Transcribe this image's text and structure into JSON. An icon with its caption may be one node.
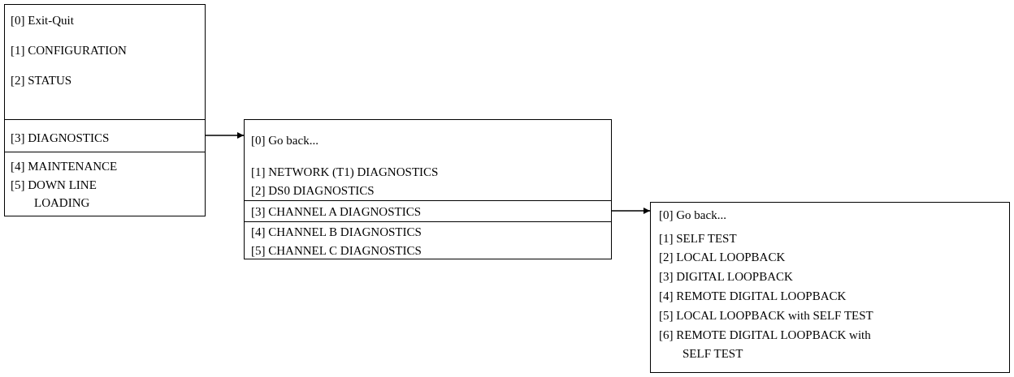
{
  "diagram": {
    "nodes": [
      {
        "text": [],
        "shape": "box"
      },
      {
        "text": [
          "[0] Exit-Quit",
          "[1] CONFIGURATION",
          "[2] STATUS"
        ],
        "in": 0
      },
      {
        "text": [
          "[3] DIAGNOSTICS"
        ],
        "in": 0
      },
      {
        "text": [
          "[4] MAINTENANCE",
          "[5] DOWN LINE LOADING"
        ],
        "in": 0
      },
      {
        "text": [],
        "shape": "box"
      },
      {
        "text": [
          "[0] Go back...",
          "[1] NETWORK (T1) DIAGNOSTICS",
          "[2] DS0 DIAGNOSTICS"
        ],
        "in": 4
      },
      {
        "text": [
          "[3] CHANNEL A DIAGNOSTICS"
        ],
        "in": 4
      },
      {
        "text": [
          "[4] CHANNEL B DIAGNOSTICS",
          "[5] CHANNEL C DIAGNOSTICS"
        ],
        "in": 4
      },
      {
        "text": [
          "[0] Go back...",
          "[1] SELF TEST",
          "[2] LOCAL LOOPBACK",
          "[3] DIGITAL LOOPBACK",
          "[4] REMOTE DIGITAL LOOPBACK",
          "[5] LOCAL LOOPBACK with SELF TEST",
          "[6] REMOTE DIGITAL LOOPBACK with SELF TEST"
        ]
      }
    ],
    "edges": [
      {
        "from": 2,
        "to": 4,
        "arrow": "to"
      },
      {
        "from": 6,
        "to": 8,
        "arrow": "to"
      }
    ]
  }
}
